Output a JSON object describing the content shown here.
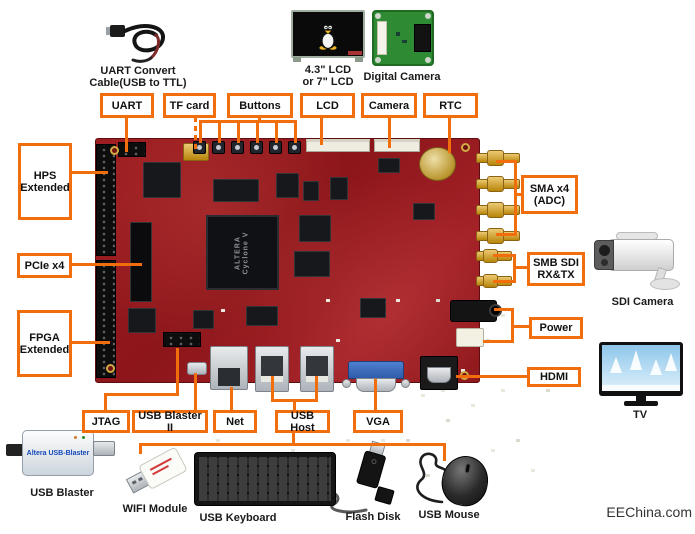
{
  "watermark": "EEChina.com",
  "colors": {
    "callout_border": "#f26d0c",
    "board_red": "#9c1c20"
  },
  "board": {
    "chip_brand": "ALTERA",
    "chip_model": "Cyclone V"
  },
  "callouts": {
    "top": [
      {
        "label": "UART"
      },
      {
        "label": "TF card"
      },
      {
        "label": "Buttons"
      },
      {
        "label": "LCD"
      },
      {
        "label": "Camera"
      },
      {
        "label": "RTC"
      }
    ],
    "left": [
      {
        "label": "HPS\nExtended"
      },
      {
        "label": "PCIe x4"
      },
      {
        "label": "FPGA\nExtended"
      }
    ],
    "right": [
      {
        "label": "SMA x4\n(ADC)"
      },
      {
        "label": "SMB SDI\nRX&TX"
      },
      {
        "label": "Power"
      },
      {
        "label": "HDMI"
      }
    ],
    "bottom": [
      {
        "label": "JTAG"
      },
      {
        "label": "USB Blaster II"
      },
      {
        "label": "Net"
      },
      {
        "label": "USB Host"
      },
      {
        "label": "VGA"
      }
    ]
  },
  "peripherals": {
    "uart_cable": {
      "caption": "UART Convert\nCable(USB to TTL)"
    },
    "lcd": {
      "caption": "4.3\" LCD\nor 7\" LCD"
    },
    "digital_camera": {
      "caption": "Digital Camera"
    },
    "sdi_camera": {
      "caption": "SDI Camera"
    },
    "tv": {
      "caption": "TV"
    },
    "usb_blaster": {
      "caption": "USB Blaster",
      "device_text": "Altera USB-Blaster"
    },
    "wifi_module": {
      "caption": "WIFI Module"
    },
    "usb_keyboard": {
      "caption": "USB Keyboard"
    },
    "flash_disk": {
      "caption": "Flash Disk"
    },
    "usb_mouse": {
      "caption": "USB Mouse"
    }
  }
}
